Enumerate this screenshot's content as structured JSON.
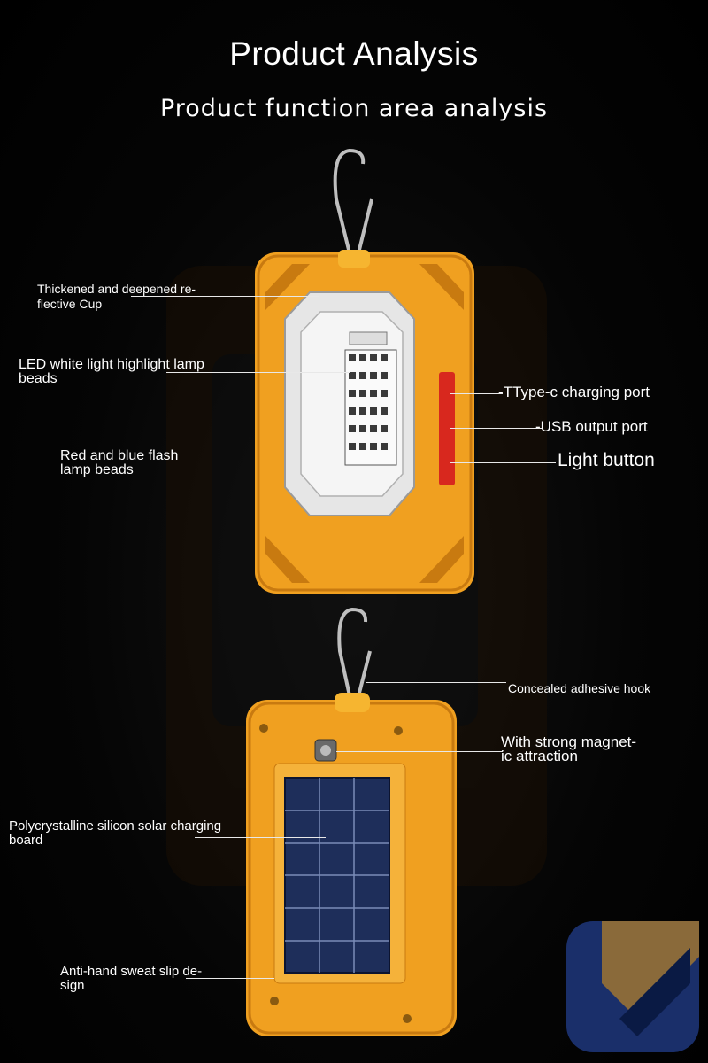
{
  "title": "Product Analysis",
  "subtitle": "Product function area analysis",
  "colors": {
    "body": "#f0a020",
    "body_dark": "#c87a10",
    "background": "#000000",
    "text": "#ffffff",
    "solar_cell": "#1e2e5a",
    "red_strip": "#d8281e"
  },
  "labels": {
    "reflective_cup": "Thickened and deepened re-\nflective Cup",
    "led_beads": "LED white light highlight lamp\nbeads",
    "flash_beads": "Red and blue flash\nlamp beads",
    "type_c": "-TType-c charging port",
    "usb": "-USB output port",
    "light_button": "Light button",
    "hook": "Concealed adhesive hook",
    "magnet": "With strong magnet-\nic attraction",
    "solar_board": "Polycrystalline silicon solar charging\nboard",
    "anti_slip": "Anti-hand sweat slip de-\nsign"
  },
  "icons": {
    "hook": "metal-hook-icon",
    "magnet": "magnet-icon",
    "brand": "brand-logo-icon"
  }
}
